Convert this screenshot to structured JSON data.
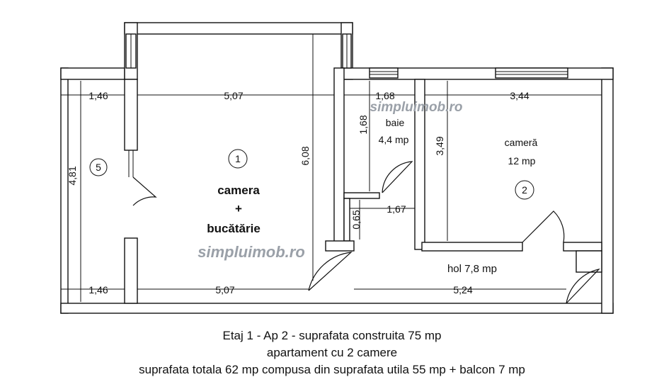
{
  "rooms": {
    "room1": {
      "number": "1",
      "name_line1": "camera",
      "name_line2": "+",
      "name_line3": "bucătărie"
    },
    "room2": {
      "number": "2",
      "name": "cameră",
      "area": "12 mp"
    },
    "room5": {
      "number": "5"
    },
    "baie": {
      "name": "baie",
      "area": "4,4 mp"
    },
    "hol": {
      "label": "hol 7,8 mp"
    }
  },
  "dimensions": {
    "top_balcony_width": "1,46",
    "top_room1_width": "5,07",
    "top_baie_width": "1,68",
    "top_room2_width": "3,44",
    "balcony_height": "4,81",
    "room1_height": "6,08",
    "baie_height": "1,68",
    "room2_height": "3,49",
    "hall_small_height": "0,65",
    "hall_small_width": "1,67",
    "bottom_balcony_width": "1,46",
    "bottom_room1_width": "5,07",
    "bottom_hall_width": "5,24"
  },
  "watermark": "simpluimob.ro",
  "caption": {
    "line1": "Etaj 1 - Ap 2 - suprafata construita 75 mp",
    "line2": "apartament cu 2 camere",
    "line3": "suprafata totala 62 mp compusa din suprafata utila 55 mp + balcon 7 mp"
  }
}
